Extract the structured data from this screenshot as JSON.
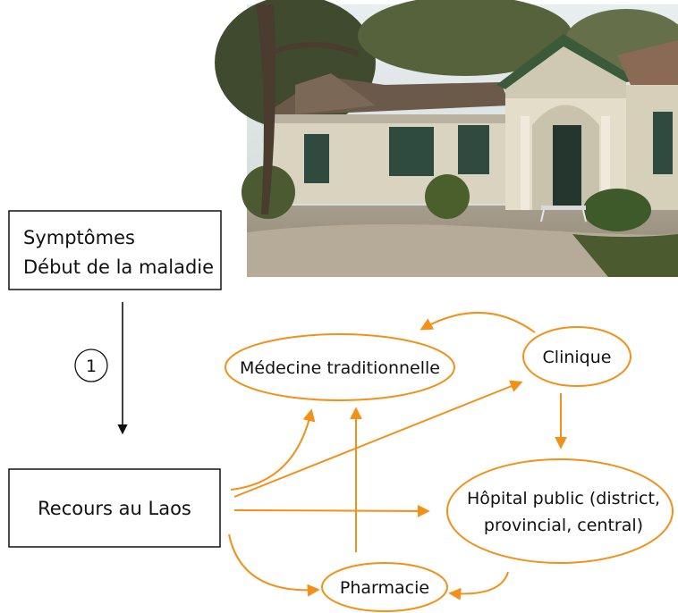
{
  "symptoms_box": {
    "line1": "Symptômes",
    "line2": "Début de la maladie"
  },
  "step_label": "1",
  "recours_box": {
    "label": "Recours au Laos"
  },
  "nodes": {
    "medecine": {
      "label": "Médecine traditionnelle"
    },
    "clinique": {
      "label": "Clinique"
    },
    "hopital": {
      "line1": "Hôpital public (district,",
      "line2": "provincial, central)"
    },
    "pharmacie": {
      "label": "Pharmacie"
    }
  },
  "colors": {
    "accent": "#f39019",
    "box_stroke": "#111111",
    "text": "#111111"
  },
  "photo": {
    "subject": "colonial-style hospital building"
  }
}
